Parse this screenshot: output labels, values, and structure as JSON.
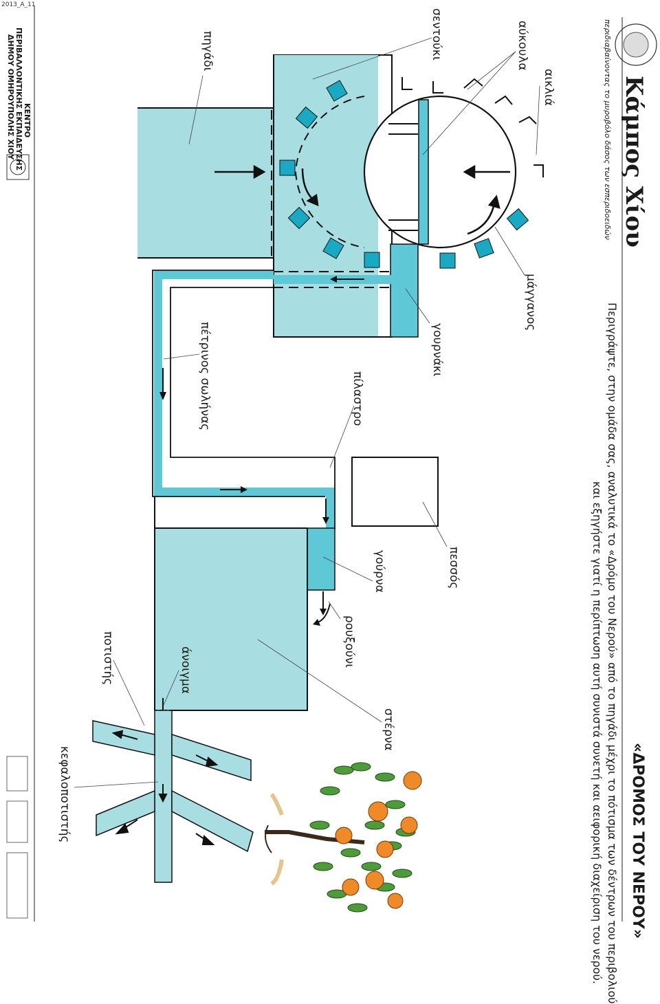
{
  "page_code": "2013_A_11",
  "header": {
    "title": "«ΔΡΟΜΟΣ ΤΟΥ ΝΕΡΟΥ»",
    "description_line1": "Περιγράψτε, στην ομάδα σας, αναλυτικά το «Δρόμο του Νερού» από το πηγάδι μέχρι το πότισμα των δέντρων του περιβολιού",
    "description_line2": "και εξηγήστε γιατί η περίπτωση αυτή συνιστά συνετή και αειφορική διαχείριση του νερού.",
    "logo_text": "Κάμπος Χίου",
    "logo_subtitle": "περιδιαβαίνοντας το μυροβόλο δάσος των εσπεριδοειδών"
  },
  "footer": {
    "center_line1": "ΚΕΝΤΡΟ",
    "center_line2": "ΠΕΡΙΒΑΛΛΟΝΤΙΚΗΣ ΕΚΠΑΙΔΕΥΣΗΣ",
    "center_line3": "ΔΗΜΟΥ ΟΜΗΡΟΥΠΟΛΗΣ ΧΙΟΥ"
  },
  "labels": {
    "aiklia": "αικλιά",
    "aukoula": "αύκουλα",
    "sentouki": "σεντούκι",
    "pigadi": "πηγάδι",
    "manganos": "μάγγανος",
    "gournaki": "γουρνάκι",
    "petrinos_solinas": "πέτρινος σωλήνας",
    "pilastro": "πίλαστρο",
    "pessos": "πεσσός",
    "gourna": "γούρνα",
    "rouxouni": "ρουξούνι",
    "sterna": "στέρνα",
    "anoigma": "άνοιγμα",
    "potistis": "ποτιστής",
    "kefalopotistis": "κεφαλοποτιστής"
  },
  "colors": {
    "water_light": "#a8dde2",
    "water_dark": "#5fc8d6",
    "line": "#111111",
    "fruit": "#f08a28",
    "leaf": "#4f9a3a"
  }
}
